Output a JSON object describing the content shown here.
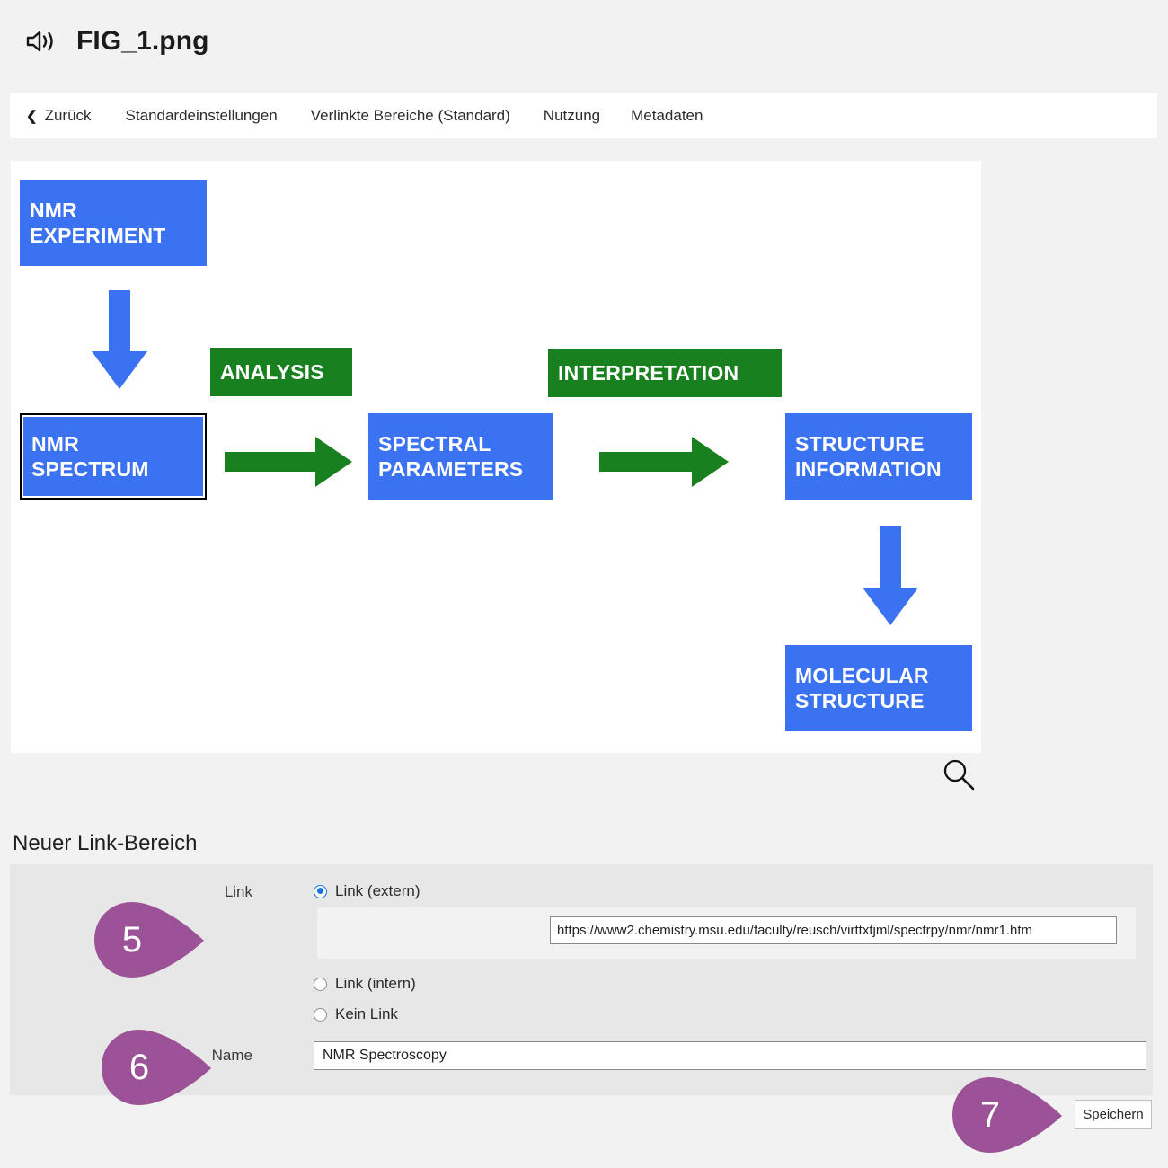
{
  "header": {
    "icon": "speaker-icon",
    "title": "FIG_1.png"
  },
  "navbar": {
    "back_label": "Zurück",
    "back_icon": "chevron-left-icon",
    "items": [
      {
        "label": "Standardeinstellungen"
      },
      {
        "label": "Verlinkte Bereiche (Standard)"
      },
      {
        "label": "Nutzung"
      },
      {
        "label": "Metadaten"
      }
    ]
  },
  "image_panel": {
    "zoom_icon": "magnifier-icon",
    "colors": {
      "node_blue": "#3b72f2",
      "node_green": "#19801f",
      "selection_border": "#000000"
    },
    "diagram": {
      "nodes": [
        {
          "id": "nmr-experiment",
          "label": "NMR\nEXPERIMENT",
          "color": "blue",
          "selected": false
        },
        {
          "id": "nmr-spectrum",
          "label": "NMR\nSPECTRUM",
          "color": "blue",
          "selected": true
        },
        {
          "id": "analysis",
          "label": "ANALYSIS",
          "color": "green",
          "selected": false
        },
        {
          "id": "spectral-parameters",
          "label": "SPECTRAL\nPARAMETERS",
          "color": "blue",
          "selected": false
        },
        {
          "id": "interpretation",
          "label": "INTERPRETATION",
          "color": "green",
          "selected": false
        },
        {
          "id": "structure-information",
          "label": "STRUCTURE\nINFORMATION",
          "color": "blue",
          "selected": false
        },
        {
          "id": "molecular-structure",
          "label": "MOLECULAR\nSTRUCTURE",
          "color": "blue",
          "selected": false
        }
      ],
      "arrows": [
        {
          "id": "arrow-down-experiment-to-spectrum",
          "direction": "down",
          "color": "blue"
        },
        {
          "id": "arrow-right-spectrum-to-parameters",
          "direction": "right",
          "color": "green"
        },
        {
          "id": "arrow-right-parameters-to-structure",
          "direction": "right",
          "color": "green"
        },
        {
          "id": "arrow-down-structure-to-molecular",
          "direction": "down",
          "color": "blue"
        }
      ],
      "node_labels": {
        "nmr_experiment_line1": "NMR",
        "nmr_experiment_line2": "EXPERIMENT",
        "nmr_spectrum_line1": "NMR",
        "nmr_spectrum_line2": "SPECTRUM",
        "analysis": "ANALYSIS",
        "spectral_parameters_line1": "SPECTRAL",
        "spectral_parameters_line2": "PARAMETERS",
        "interpretation": "INTERPRETATION",
        "structure_information_line1": "STRUCTURE",
        "structure_information_line2": "INFORMATION",
        "molecular_structure_line1": "MOLECULAR",
        "molecular_structure_line2": "STRUCTURE"
      }
    }
  },
  "section": {
    "title": "Neuer Link-Bereich"
  },
  "form": {
    "link_label": "Link",
    "name_label": "Name",
    "radios": [
      {
        "id": "link-extern",
        "label": "Link (extern)",
        "checked": true
      },
      {
        "id": "link-intern",
        "label": "Link (intern)",
        "checked": false
      },
      {
        "id": "kein-link",
        "label": "Kein Link",
        "checked": false
      }
    ],
    "url_value": "https://www2.chemistry.msu.edu/faculty/reusch/virttxtjml/spectrpy/nmr/nmr1.htm",
    "url_placeholder": "",
    "name_value": "NMR Spectroscopy",
    "name_placeholder": "",
    "save_label": "Speichern"
  },
  "callouts": [
    {
      "number": "5",
      "color": "#9c5296",
      "target": "link-extern-url"
    },
    {
      "number": "6",
      "color": "#9c5296",
      "target": "name-field"
    },
    {
      "number": "7",
      "color": "#9c5296",
      "target": "save-button"
    }
  ]
}
